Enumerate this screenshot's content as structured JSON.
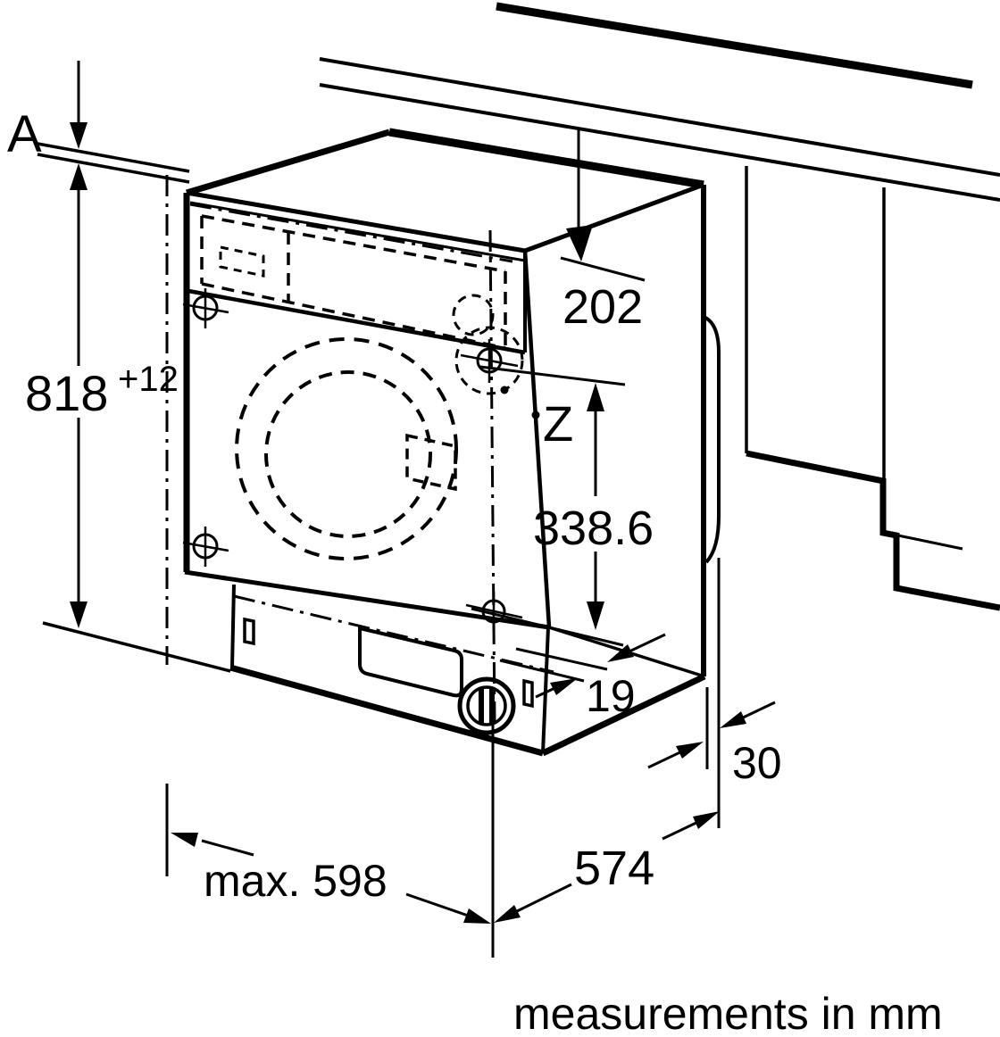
{
  "unit_note": "measurements in mm",
  "labels": {
    "gap": "A",
    "niche_height": "818",
    "niche_height_tol": "+12",
    "top_clearance": "202",
    "detail_z": "Z",
    "screw_height": "338.6",
    "plinth_recess": "19",
    "rear_gap": "30",
    "depth": "574",
    "max_width": "max. 598"
  },
  "colors": {
    "line": "#000000",
    "background": "#ffffff"
  }
}
